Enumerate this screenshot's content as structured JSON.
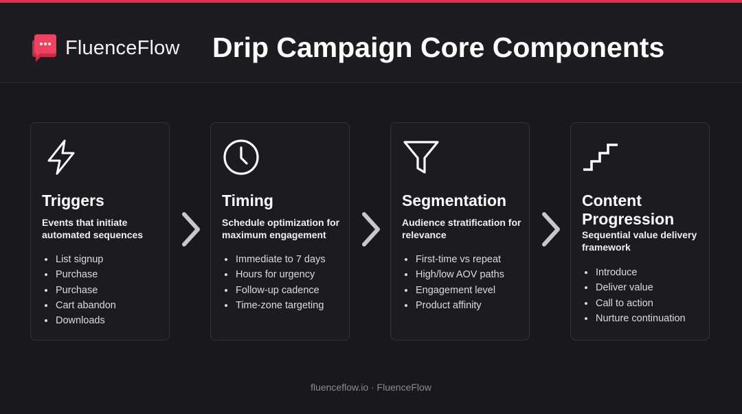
{
  "header": {
    "brand": "FluenceFlow",
    "title": "Drip Campaign Core Components",
    "accent_color": "#e0314f"
  },
  "cards": [
    {
      "icon": "lightning-icon",
      "title": "Triggers",
      "subtitle": "Events that initiate automated sequences",
      "items": [
        "List signup",
        "Purchase",
        "Purchase",
        "Cart abandon",
        "Downloads"
      ]
    },
    {
      "icon": "clock-icon",
      "title": "Timing",
      "subtitle": "Schedule optimization for maximum engagement",
      "items": [
        "Immediate to 7 days",
        "Hours for urgency",
        "Follow-up cadence",
        "Time-zone targeting"
      ]
    },
    {
      "icon": "funnel-icon",
      "title": "Segmentation",
      "subtitle": "Audience stratification for relevance",
      "items": [
        "First-time vs repeat",
        "High/low AOV paths",
        "Engagement level",
        "Product affinity"
      ]
    },
    {
      "icon": "stairs-icon",
      "title": "Content Progression",
      "subtitle": "Sequential value delivery framework",
      "items": [
        "Introduce",
        "Deliver value",
        "Call to action",
        "Nurture continuation"
      ]
    }
  ],
  "footer": {
    "text": "fluenceflow.io · FluenceFlow"
  }
}
